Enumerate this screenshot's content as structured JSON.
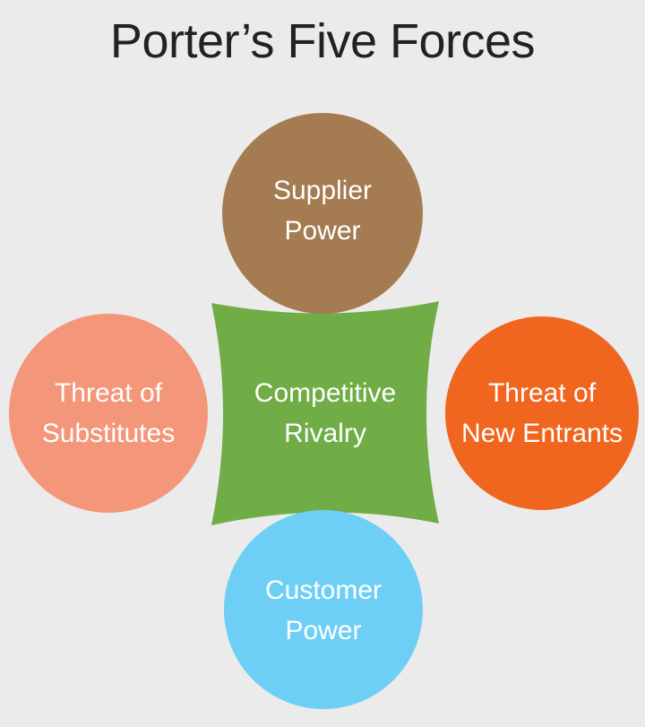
{
  "title": "Porter’s Five Forces",
  "center": {
    "line1": "Competitive",
    "line2": "Rivalry",
    "color": "#70ad47"
  },
  "forces": {
    "top": {
      "line1": "Supplier",
      "line2": "Power",
      "color": "#a57c52"
    },
    "left": {
      "line1": "Threat of",
      "line2": "Substitutes",
      "color": "#f4967a"
    },
    "right": {
      "line1": "Threat of",
      "line2": "New Entrants",
      "color": "#f0661f"
    },
    "bottom": {
      "line1": "Customer",
      "line2": "Power",
      "color": "#6ecff6"
    }
  }
}
